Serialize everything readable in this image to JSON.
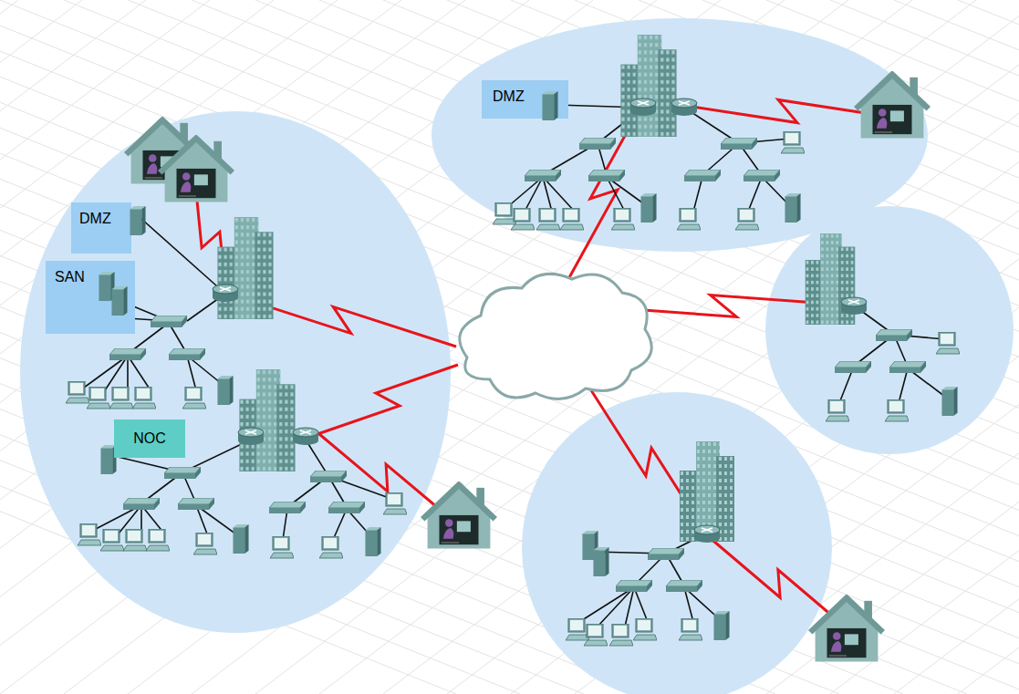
{
  "diagram": {
    "nodes": [
      {
        "text": [
          "DMZ"
        ]
      },
      {
        "text": [
          "DMZ"
        ]
      },
      {
        "text": [
          "SAN"
        ]
      },
      {
        "text": [
          "NOC"
        ]
      }
    ]
  }
}
